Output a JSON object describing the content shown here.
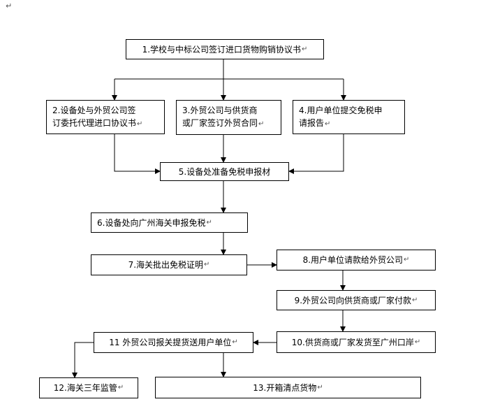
{
  "return_mark": "↵",
  "steps": {
    "s1": "1.学校与中标公司签订进口货物购销协议书",
    "s2_line1": "2.设备处与外贸公司签",
    "s2_line2": "订委托代理进口协议书",
    "s3_line1": "3.外贸公司与供货商",
    "s3_line2": "或厂家签订外贸合同",
    "s4_line1": "4.用户单位提交免税申",
    "s4_line2": "请报告",
    "s5": "5.设备处准备免税申报材",
    "s6": "6.设备处向广州海关申报免税",
    "s7": "7.海关批出免税证明",
    "s8": "8.用户单位请款给外贸公司",
    "s9": "9.外贸公司向供货商或厂家付款",
    "s10": "10.供货商或厂家发货至广州口岸",
    "s11": "11 外贸公司报关提货送用户单位",
    "s12": "12.海关三年监管",
    "s13": "13.开箱清点货物"
  }
}
